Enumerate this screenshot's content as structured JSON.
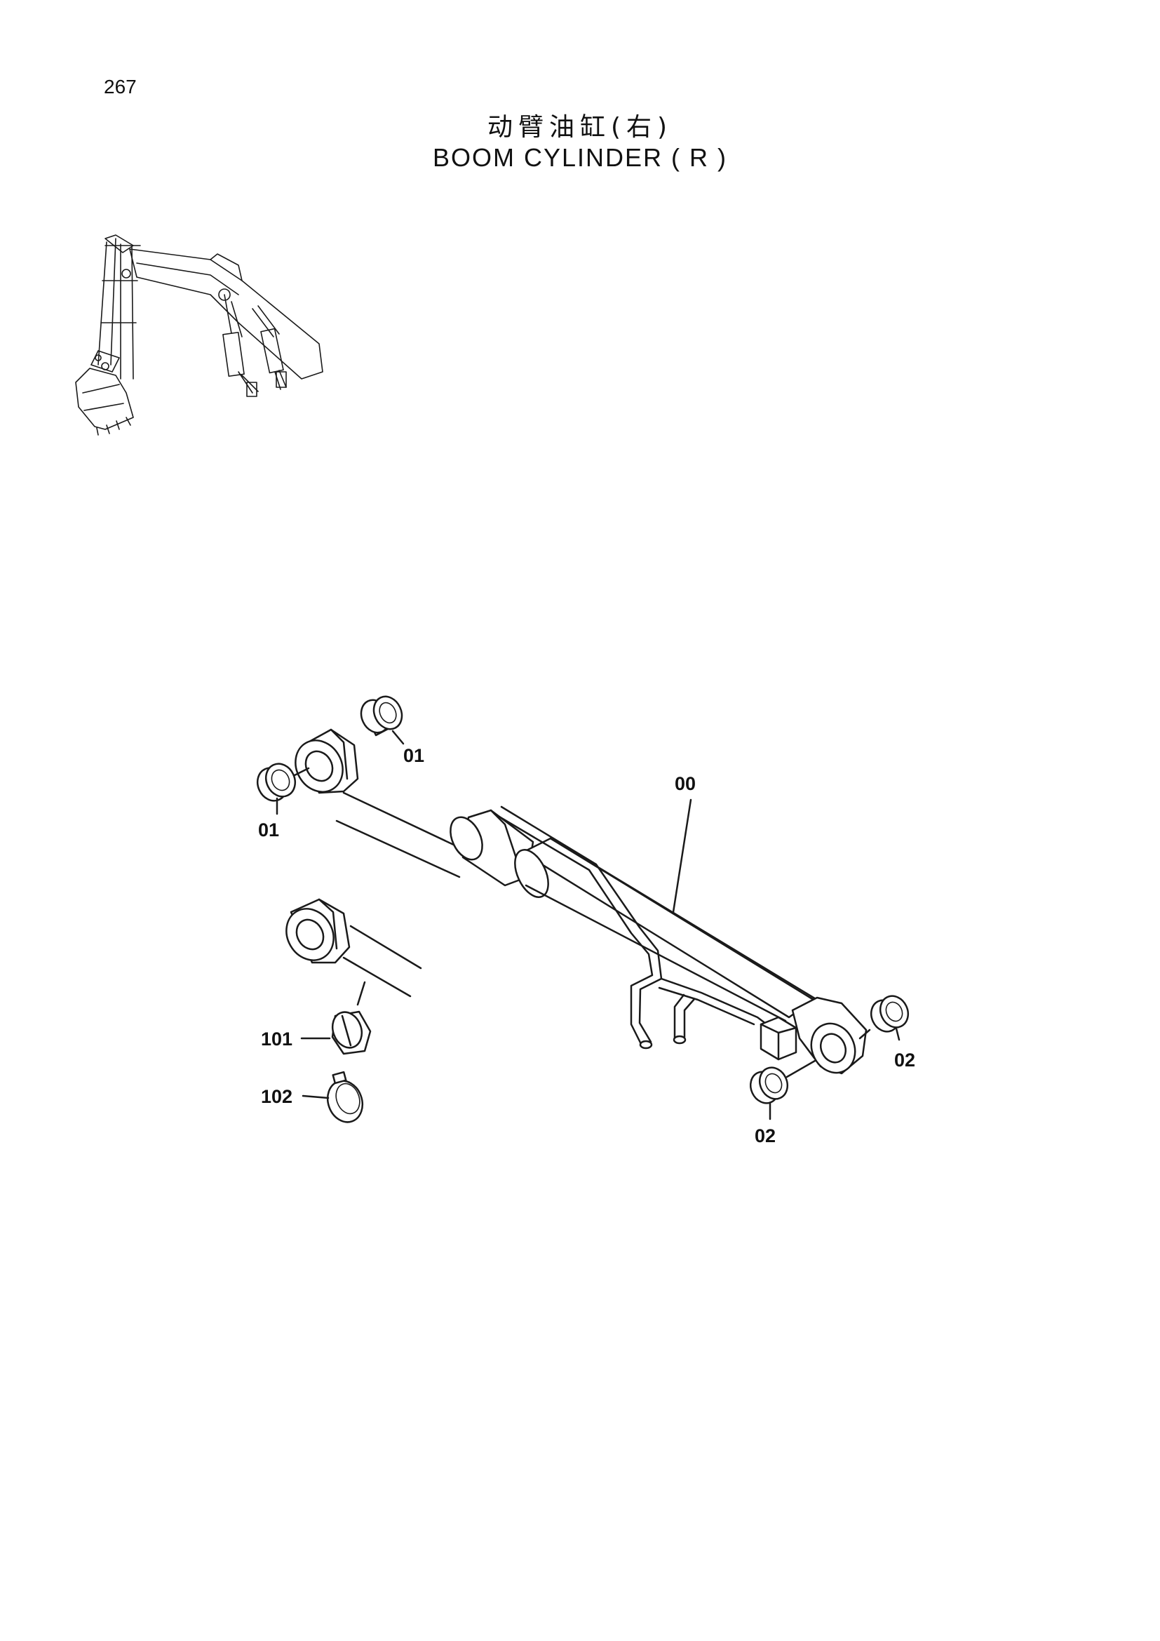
{
  "page": {
    "number": "267",
    "title_cn": "动臂油缸(右)",
    "title_en": "BOOM CYLINDER ( R )"
  },
  "callouts": {
    "c00": "00",
    "c01_top": "01",
    "c01_left": "01",
    "c02_right": "02",
    "c02_bottom": "02",
    "c101": "101",
    "c102": "102"
  }
}
